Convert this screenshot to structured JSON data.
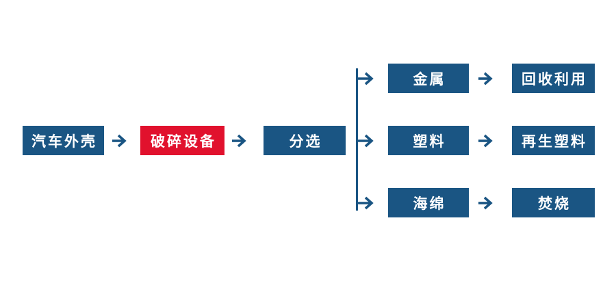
{
  "colors": {
    "node_blue": "#1a5583",
    "node_red": "#e1112d",
    "text": "#ffffff",
    "connector": "#1a5583"
  },
  "icons": {
    "flow_arrow": "right-arrow"
  },
  "main_flow": [
    {
      "label": "汽车外壳",
      "color": "blue"
    },
    {
      "label": "破碎设备",
      "color": "red"
    },
    {
      "label": "分选",
      "color": "blue"
    }
  ],
  "branches": [
    {
      "material": "金属",
      "result": "回收利用"
    },
    {
      "material": "塑料",
      "result": "再生塑料"
    },
    {
      "material": "海绵",
      "result": "焚烧"
    }
  ]
}
